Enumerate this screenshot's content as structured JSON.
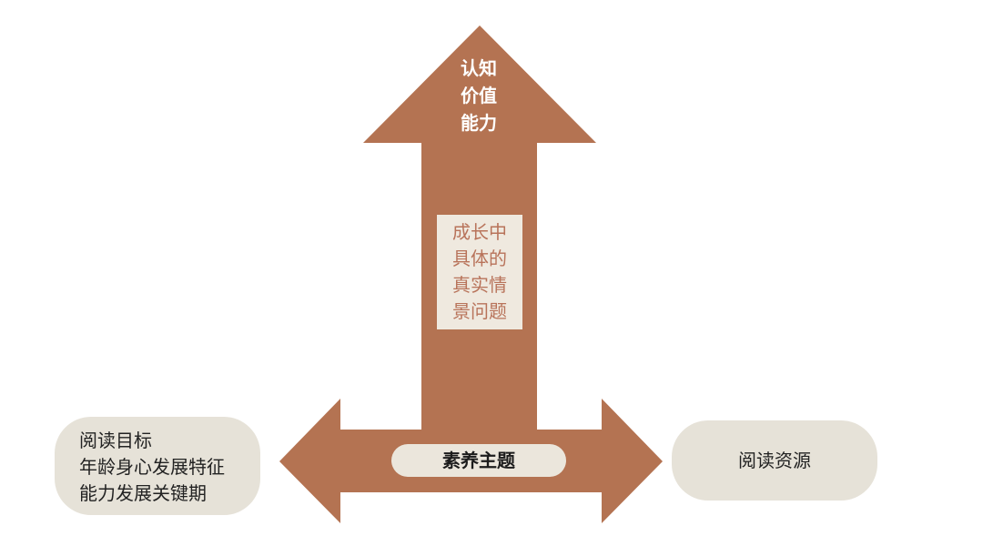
{
  "diagram": {
    "colors": {
      "arrow_fill": "#b47352",
      "pill_fill": "#e6e2d8",
      "center_box_fill": "#efe9df",
      "center_box_text": "#b8735a"
    },
    "top_arrow_label": [
      "认知",
      "价值",
      "能力"
    ],
    "center_box_lines": [
      "成长中",
      "具体的",
      "真实情",
      "景问题"
    ],
    "theme_label": "素养主题",
    "left_box_lines": [
      "阅读目标",
      "年龄身心发展特征",
      "能力发展关键期"
    ],
    "right_box_label": "阅读资源"
  }
}
